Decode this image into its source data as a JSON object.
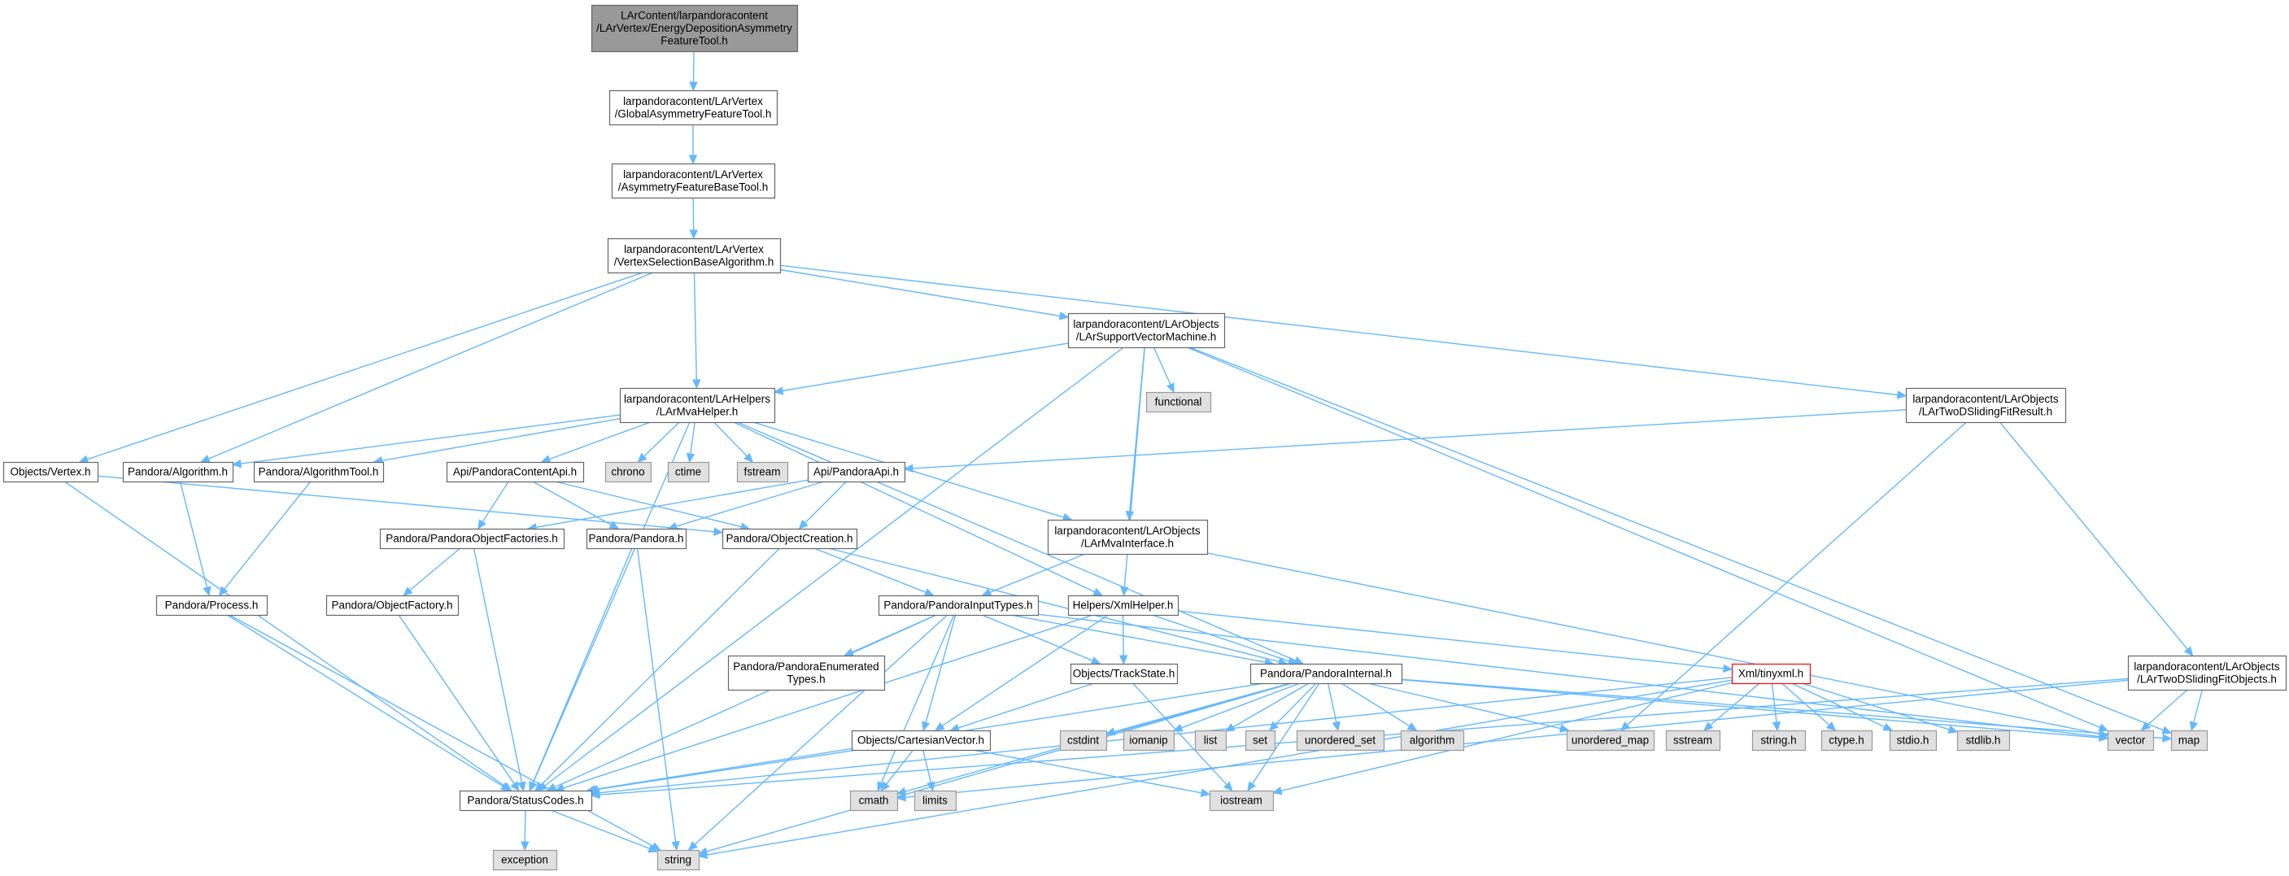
{
  "colors": {
    "root_fill": "#999999",
    "file_fill": "#ffffff",
    "file_stroke": "#666666",
    "system_fill": "#e0e0e0",
    "system_stroke": "#999999",
    "truncated_stroke": "#ff0000",
    "edge": "#63b8ff",
    "text": "#000000"
  },
  "nodes": [
    {
      "id": "root",
      "kind": "root",
      "lines": [
        "LArContent/larpandoracontent",
        "/LArVertex/EnergyDepositionAsymmetry",
        "FeatureTool.h"
      ]
    },
    {
      "id": "global",
      "kind": "file",
      "lines": [
        "larpandoracontent/LArVertex",
        "/GlobalAsymmetryFeatureTool.h"
      ]
    },
    {
      "id": "asymbase",
      "kind": "file",
      "lines": [
        "larpandoracontent/LArVertex",
        "/AsymmetryFeatureBaseTool.h"
      ]
    },
    {
      "id": "vsba",
      "kind": "file",
      "lines": [
        "larpandoracontent/LArVertex",
        "/VertexSelectionBaseAlgorithm.h"
      ]
    },
    {
      "id": "svm",
      "kind": "file",
      "lines": [
        "larpandoracontent/LArObjects",
        "/LArSupportVectorMachine.h"
      ]
    },
    {
      "id": "mvahelper",
      "kind": "file",
      "lines": [
        "larpandoracontent/LArHelpers",
        "/LArMvaHelper.h"
      ]
    },
    {
      "id": "functional",
      "kind": "system",
      "lines": [
        "functional"
      ]
    },
    {
      "id": "twodresult",
      "kind": "file",
      "lines": [
        "larpandoracontent/LArObjects",
        "/LArTwoDSlidingFitResult.h"
      ]
    },
    {
      "id": "vertex",
      "kind": "file",
      "lines": [
        "Objects/Vertex.h"
      ]
    },
    {
      "id": "algorithm",
      "kind": "file",
      "lines": [
        "Pandora/Algorithm.h"
      ]
    },
    {
      "id": "algtool",
      "kind": "file",
      "lines": [
        "Pandora/AlgorithmTool.h"
      ]
    },
    {
      "id": "contentapi",
      "kind": "file",
      "lines": [
        "Api/PandoraContentApi.h"
      ]
    },
    {
      "id": "chrono",
      "kind": "system",
      "lines": [
        "chrono"
      ]
    },
    {
      "id": "ctime",
      "kind": "system",
      "lines": [
        "ctime"
      ]
    },
    {
      "id": "fstream",
      "kind": "system",
      "lines": [
        "fstream"
      ]
    },
    {
      "id": "pandoraapi",
      "kind": "file",
      "lines": [
        "Api/PandoraApi.h"
      ]
    },
    {
      "id": "mvainterface",
      "kind": "file",
      "lines": [
        "larpandoracontent/LArObjects",
        "/LArMvaInterface.h"
      ]
    },
    {
      "id": "objfactories",
      "kind": "file",
      "lines": [
        "Pandora/PandoraObjectFactories.h"
      ]
    },
    {
      "id": "pandorah",
      "kind": "file",
      "lines": [
        "Pandora/Pandora.h"
      ]
    },
    {
      "id": "objcreation",
      "kind": "file",
      "lines": [
        "Pandora/ObjectCreation.h"
      ]
    },
    {
      "id": "process",
      "kind": "file",
      "lines": [
        "Pandora/Process.h"
      ]
    },
    {
      "id": "objfactory",
      "kind": "file",
      "lines": [
        "Pandora/ObjectFactory.h"
      ]
    },
    {
      "id": "inputtypes",
      "kind": "file",
      "lines": [
        "Pandora/PandoraInputTypes.h"
      ]
    },
    {
      "id": "xmlhelper",
      "kind": "file",
      "lines": [
        "Helpers/XmlHelper.h"
      ]
    },
    {
      "id": "twodobjects",
      "kind": "file",
      "lines": [
        "larpandoracontent/LArObjects",
        "/LArTwoDSlidingFitObjects.h"
      ]
    },
    {
      "id": "enumtypes",
      "kind": "file",
      "lines": [
        "Pandora/PandoraEnumerated",
        "Types.h"
      ]
    },
    {
      "id": "trackstate",
      "kind": "file",
      "lines": [
        "Objects/TrackState.h"
      ]
    },
    {
      "id": "internal",
      "kind": "file",
      "lines": [
        "Pandora/PandoraInternal.h"
      ]
    },
    {
      "id": "tinyxml",
      "kind": "truncated",
      "lines": [
        "Xml/tinyxml.h"
      ]
    },
    {
      "id": "cartesian",
      "kind": "file",
      "lines": [
        "Objects/CartesianVector.h"
      ]
    },
    {
      "id": "cstdint",
      "kind": "system",
      "lines": [
        "cstdint"
      ]
    },
    {
      "id": "iomanip",
      "kind": "system",
      "lines": [
        "iomanip"
      ]
    },
    {
      "id": "list",
      "kind": "system",
      "lines": [
        "list"
      ]
    },
    {
      "id": "set",
      "kind": "system",
      "lines": [
        "set"
      ]
    },
    {
      "id": "unorderedset",
      "kind": "system",
      "lines": [
        "unordered_set"
      ]
    },
    {
      "id": "algorithmsys",
      "kind": "system",
      "lines": [
        "algorithm"
      ]
    },
    {
      "id": "unorderedmap",
      "kind": "system",
      "lines": [
        "unordered_map"
      ]
    },
    {
      "id": "sstream",
      "kind": "system",
      "lines": [
        "sstream"
      ]
    },
    {
      "id": "stringh",
      "kind": "system",
      "lines": [
        "string.h"
      ]
    },
    {
      "id": "ctypeh",
      "kind": "system",
      "lines": [
        "ctype.h"
      ]
    },
    {
      "id": "stdioh",
      "kind": "system",
      "lines": [
        "stdio.h"
      ]
    },
    {
      "id": "stdlibh",
      "kind": "system",
      "lines": [
        "stdlib.h"
      ]
    },
    {
      "id": "vector",
      "kind": "system",
      "lines": [
        "vector"
      ]
    },
    {
      "id": "map",
      "kind": "system",
      "lines": [
        "map"
      ]
    },
    {
      "id": "statuscodes",
      "kind": "file",
      "lines": [
        "Pandora/StatusCodes.h"
      ]
    },
    {
      "id": "cmath",
      "kind": "system",
      "lines": [
        "cmath"
      ]
    },
    {
      "id": "limits",
      "kind": "system",
      "lines": [
        "limits"
      ]
    },
    {
      "id": "iostream",
      "kind": "system",
      "lines": [
        "iostream"
      ]
    },
    {
      "id": "exception",
      "kind": "system",
      "lines": [
        "exception"
      ]
    },
    {
      "id": "string",
      "kind": "system",
      "lines": [
        "string"
      ]
    }
  ],
  "edges": [
    [
      "root",
      "global"
    ],
    [
      "global",
      "asymbase"
    ],
    [
      "asymbase",
      "vsba"
    ],
    [
      "vsba",
      "svm"
    ],
    [
      "vsba",
      "mvahelper"
    ],
    [
      "vsba",
      "vertex"
    ],
    [
      "vsba",
      "algorithm"
    ],
    [
      "vsba",
      "twodresult"
    ],
    [
      "svm",
      "mvahelper"
    ],
    [
      "svm",
      "functional"
    ],
    [
      "svm",
      "mvainterface"
    ],
    [
      "svm",
      "xmlhelper"
    ],
    [
      "svm",
      "statuscodes"
    ],
    [
      "svm",
      "vector"
    ],
    [
      "svm",
      "map"
    ],
    [
      "mvahelper",
      "algorithm"
    ],
    [
      "mvahelper",
      "algtool"
    ],
    [
      "mvahelper",
      "contentapi"
    ],
    [
      "mvahelper",
      "chrono"
    ],
    [
      "mvahelper",
      "ctime"
    ],
    [
      "mvahelper",
      "fstream"
    ],
    [
      "mvahelper",
      "mvainterface"
    ],
    [
      "mvahelper",
      "xmlhelper"
    ],
    [
      "mvahelper",
      "statuscodes"
    ],
    [
      "mvahelper",
      "internal"
    ],
    [
      "twodresult",
      "pandoraapi"
    ],
    [
      "twodresult",
      "twodobjects"
    ],
    [
      "twodresult",
      "unorderedmap"
    ],
    [
      "vertex",
      "objcreation"
    ],
    [
      "vertex",
      "statuscodes"
    ],
    [
      "algorithm",
      "process"
    ],
    [
      "algtool",
      "process"
    ],
    [
      "contentapi",
      "objfactories"
    ],
    [
      "contentapi",
      "pandorah"
    ],
    [
      "contentapi",
      "objcreation"
    ],
    [
      "pandoraapi",
      "objfactories"
    ],
    [
      "pandoraapi",
      "pandorah"
    ],
    [
      "pandoraapi",
      "objcreation"
    ],
    [
      "mvainterface",
      "inputtypes"
    ],
    [
      "mvainterface",
      "vector"
    ],
    [
      "objfactories",
      "objfactory"
    ],
    [
      "objfactories",
      "statuscodes"
    ],
    [
      "pandorah",
      "statuscodes"
    ],
    [
      "pandorah",
      "string"
    ],
    [
      "objcreation",
      "inputtypes"
    ],
    [
      "objcreation",
      "internal"
    ],
    [
      "objcreation",
      "statuscodes"
    ],
    [
      "process",
      "statuscodes"
    ],
    [
      "process",
      "string"
    ],
    [
      "objfactory",
      "statuscodes"
    ],
    [
      "inputtypes",
      "enumtypes"
    ],
    [
      "inputtypes",
      "trackstate"
    ],
    [
      "inputtypes",
      "internal"
    ],
    [
      "inputtypes",
      "cartesian"
    ],
    [
      "inputtypes",
      "statuscodes"
    ],
    [
      "inputtypes",
      "cmath"
    ],
    [
      "inputtypes",
      "string"
    ],
    [
      "inputtypes",
      "vector"
    ],
    [
      "xmlhelper",
      "trackstate"
    ],
    [
      "xmlhelper",
      "internal"
    ],
    [
      "xmlhelper",
      "tinyxml"
    ],
    [
      "xmlhelper",
      "cartesian"
    ],
    [
      "xmlhelper",
      "statuscodes"
    ],
    [
      "trackstate",
      "cartesian"
    ],
    [
      "trackstate",
      "iostream"
    ],
    [
      "internal",
      "cstdint"
    ],
    [
      "internal",
      "iomanip"
    ],
    [
      "internal",
      "list"
    ],
    [
      "internal",
      "set"
    ],
    [
      "internal",
      "unorderedset"
    ],
    [
      "internal",
      "algorithmsys"
    ],
    [
      "internal",
      "unorderedmap"
    ],
    [
      "internal",
      "vector"
    ],
    [
      "internal",
      "map"
    ],
    [
      "internal",
      "cmath"
    ],
    [
      "internal",
      "iostream"
    ],
    [
      "internal",
      "string"
    ],
    [
      "internal",
      "statuscodes"
    ],
    [
      "tinyxml",
      "sstream"
    ],
    [
      "tinyxml",
      "stringh"
    ],
    [
      "tinyxml",
      "ctypeh"
    ],
    [
      "tinyxml",
      "stdioh"
    ],
    [
      "tinyxml",
      "stdlibh"
    ],
    [
      "tinyxml",
      "iostream"
    ],
    [
      "tinyxml",
      "string"
    ],
    [
      "tinyxml",
      "statuscodes"
    ],
    [
      "cartesian",
      "statuscodes"
    ],
    [
      "cartesian",
      "cmath"
    ],
    [
      "cartesian",
      "limits"
    ],
    [
      "cartesian",
      "iostream"
    ],
    [
      "twodobjects",
      "vector"
    ],
    [
      "twodobjects",
      "map"
    ],
    [
      "twodobjects",
      "statuscodes"
    ],
    [
      "twodobjects",
      "cmath"
    ],
    [
      "statuscodes",
      "exception"
    ],
    [
      "statuscodes",
      "string"
    ]
  ]
}
